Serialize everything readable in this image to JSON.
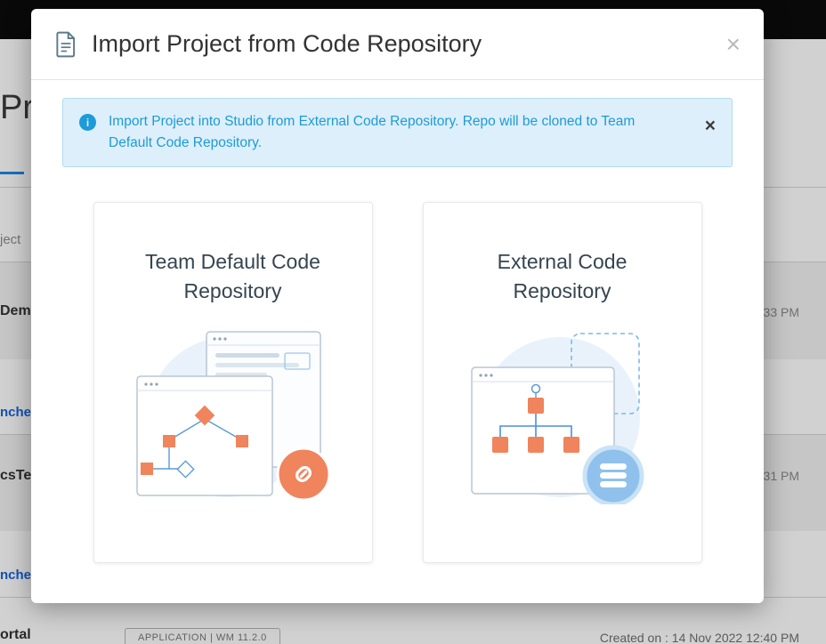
{
  "backdrop": {
    "heading_partial": "Pro",
    "filter_partial": "ject",
    "rows": [
      {
        "name_partial": "Demo",
        "time_partial": "33 PM",
        "link_partial": "nche"
      },
      {
        "name_partial": "csTe",
        "time_partial": "31 PM",
        "link_partial": "nche"
      }
    ],
    "bottom_row": {
      "name_partial": "ortal",
      "badge": "APPLICATION | WM 11.2.0",
      "created_text": "Created on : 14 Nov 2022 12:40 PM"
    }
  },
  "modal": {
    "title": "Import Project from Code Repository",
    "close_label": "×",
    "alert": {
      "text": "Import Project into Studio from External Code Repository. Repo will be cloned to Team Default Code Repository.",
      "info_glyph": "i",
      "close_label": "×"
    },
    "cards": [
      {
        "title": "Team Default Code Repository"
      },
      {
        "title": "External Code Repository"
      }
    ]
  },
  "colors": {
    "accent_blue": "#1d9bd8",
    "alert_bg": "#ddeffa",
    "illustration_orange": "#f0845c",
    "badge_blue": "#8fc1ec",
    "link_blue": "#1565d8",
    "tab_indicator": "#1e88e5",
    "topbar": "#0b0b0b"
  }
}
